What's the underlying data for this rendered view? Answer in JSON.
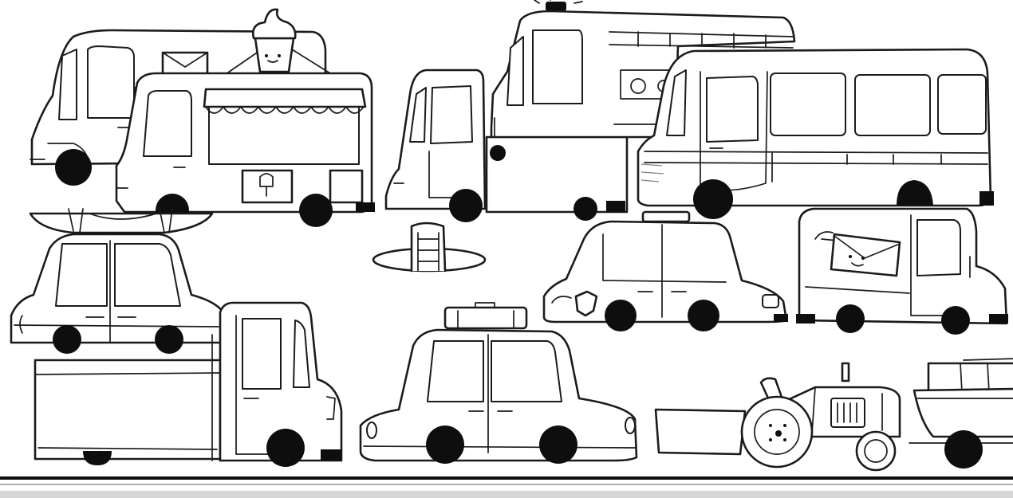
{
  "scene": {
    "kind": "line-art illustration",
    "palette": {
      "ink": "#1b1b1b",
      "paper": "#ffffff",
      "tire": "#0e0e0e"
    },
    "vehicles": [
      "school-bus",
      "ice-cream-truck",
      "delivery-van",
      "fire-truck",
      "city-bus",
      "car-with-roof-kayak",
      "police-car",
      "mail-van",
      "box-truck",
      "taxi-with-roof-luggage",
      "tractor",
      "boat-trailer"
    ],
    "props": [
      "manhole-with-ladder",
      "road-line"
    ]
  }
}
